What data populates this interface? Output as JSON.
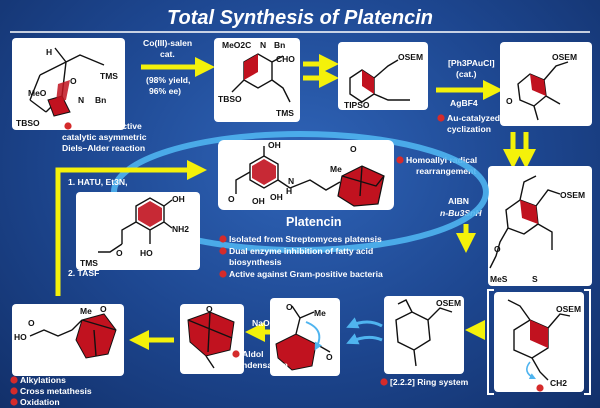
{
  "title": "Total Synthesis of Platencin",
  "colors": {
    "background": "#1d468f",
    "arrow": "#f4f10a",
    "ring": "#c1121f",
    "bullet": "#d52b2b",
    "halo": "#4fb4ef"
  },
  "step1": {
    "reagent": "Co(III)-salen",
    "reagent2": "cat.",
    "yield": "(98% yield,",
    "ee": "96% ee)"
  },
  "step2": {
    "reagent": "[Ph3PAuCl]",
    "reagent2": "(cat.)",
    "reagent3": "AgBF4"
  },
  "step3": {
    "reagent": "AIBN",
    "reagent2": "n-Bu3SnH"
  },
  "step4": {
    "reagent": "NaOH"
  },
  "coupling": {
    "step1": "1. HATU, Et3N,",
    "step2": "2. TASF"
  },
  "notes": {
    "diels_alder": [
      "Enantioselective",
      "catalytic asymmetric",
      "Diels–Alder reaction"
    ],
    "au": [
      "Au-catalyzed",
      "cyclization"
    ],
    "homoallyl": [
      "Homoallyl radical",
      "rearrangement"
    ],
    "aldol": [
      "Aldol",
      "condensation"
    ],
    "ring": "[2.2.2] Ring system",
    "final": [
      "Alkylations",
      "Cross metathesis",
      "Oxidation"
    ]
  },
  "platencin": {
    "name": "Platencin",
    "bullets": [
      "Isolated from Streptomyces platensis",
      "Dual enzyme inhibition of fatty acid",
      "biosynthesis",
      "Active against Gram-positive bacteria"
    ]
  },
  "atoms": {
    "h": "H",
    "o": "O",
    "meo": "MeO",
    "n": "N",
    "bn": "Bn",
    "tbso": "TBSO",
    "tms": "TMS",
    "meo2c": "MeO2C",
    "cho": "CHO",
    "osem": "OSEM",
    "tipso": "TIPSO",
    "oh": "OH",
    "nh2": "NH2",
    "ho": "HO",
    "me": "Me",
    "mes": "MeS",
    "s": "S",
    "ch2": "CH2"
  }
}
